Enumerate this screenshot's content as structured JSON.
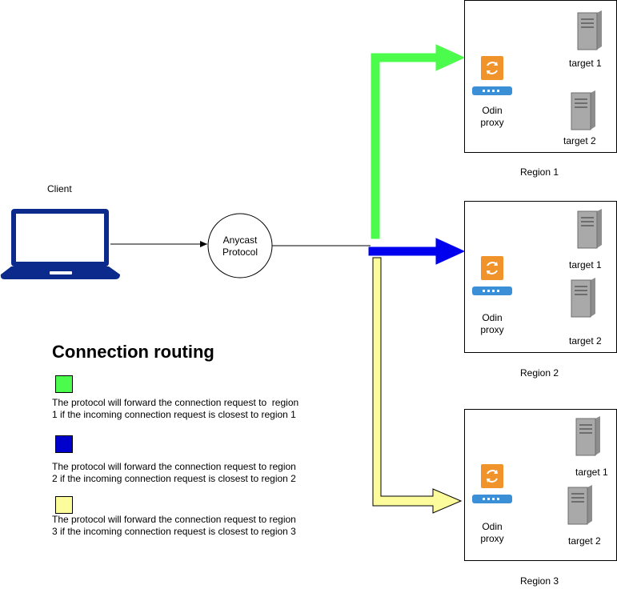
{
  "client": {
    "label": "Client"
  },
  "anycast": {
    "label_line1": "Anycast",
    "label_line2": "Protocol"
  },
  "regions": [
    {
      "name": "Region 1",
      "arrow_color": "#4cfc4c",
      "proxy_line1": "Odin",
      "proxy_line2": "proxy",
      "target1": "target 1",
      "target2": "target 2"
    },
    {
      "name": "Region 2",
      "arrow_color": "#0000ee",
      "proxy_line1": "Odin",
      "proxy_line2": "proxy",
      "target1": "target 1",
      "target2": "target 2"
    },
    {
      "name": "Region 3",
      "arrow_color": "#fdfc9c",
      "proxy_line1": "Odin",
      "proxy_line2": "proxy",
      "target1": "target 1",
      "target2": "target 2"
    }
  ],
  "legend": {
    "title": "Connection routing",
    "items": [
      {
        "color": "#4cfc4c",
        "line1": "The protocol will forward the connection request to  region",
        "line2": "1 if the incoming connection request is closest to region 1"
      },
      {
        "color": "#0000cc",
        "line1": "The protocol will forward the connection request to region",
        "line2": "2 if the incoming connection request is closest to region 2"
      },
      {
        "color": "#fdfc9c",
        "line1": "The protocol will forward the connection request to region",
        "line2": "3 if the incoming connection request is closest to region 3"
      }
    ]
  },
  "icons": {
    "client": "laptop-icon",
    "proxy": "odin-proxy-icon",
    "target": "server-icon"
  },
  "colors": {
    "laptop": "#0b2a8c",
    "proxy_orange": "#f0932b",
    "proxy_blue": "#3a8fd6",
    "server_gray": "#9a9a9a"
  }
}
